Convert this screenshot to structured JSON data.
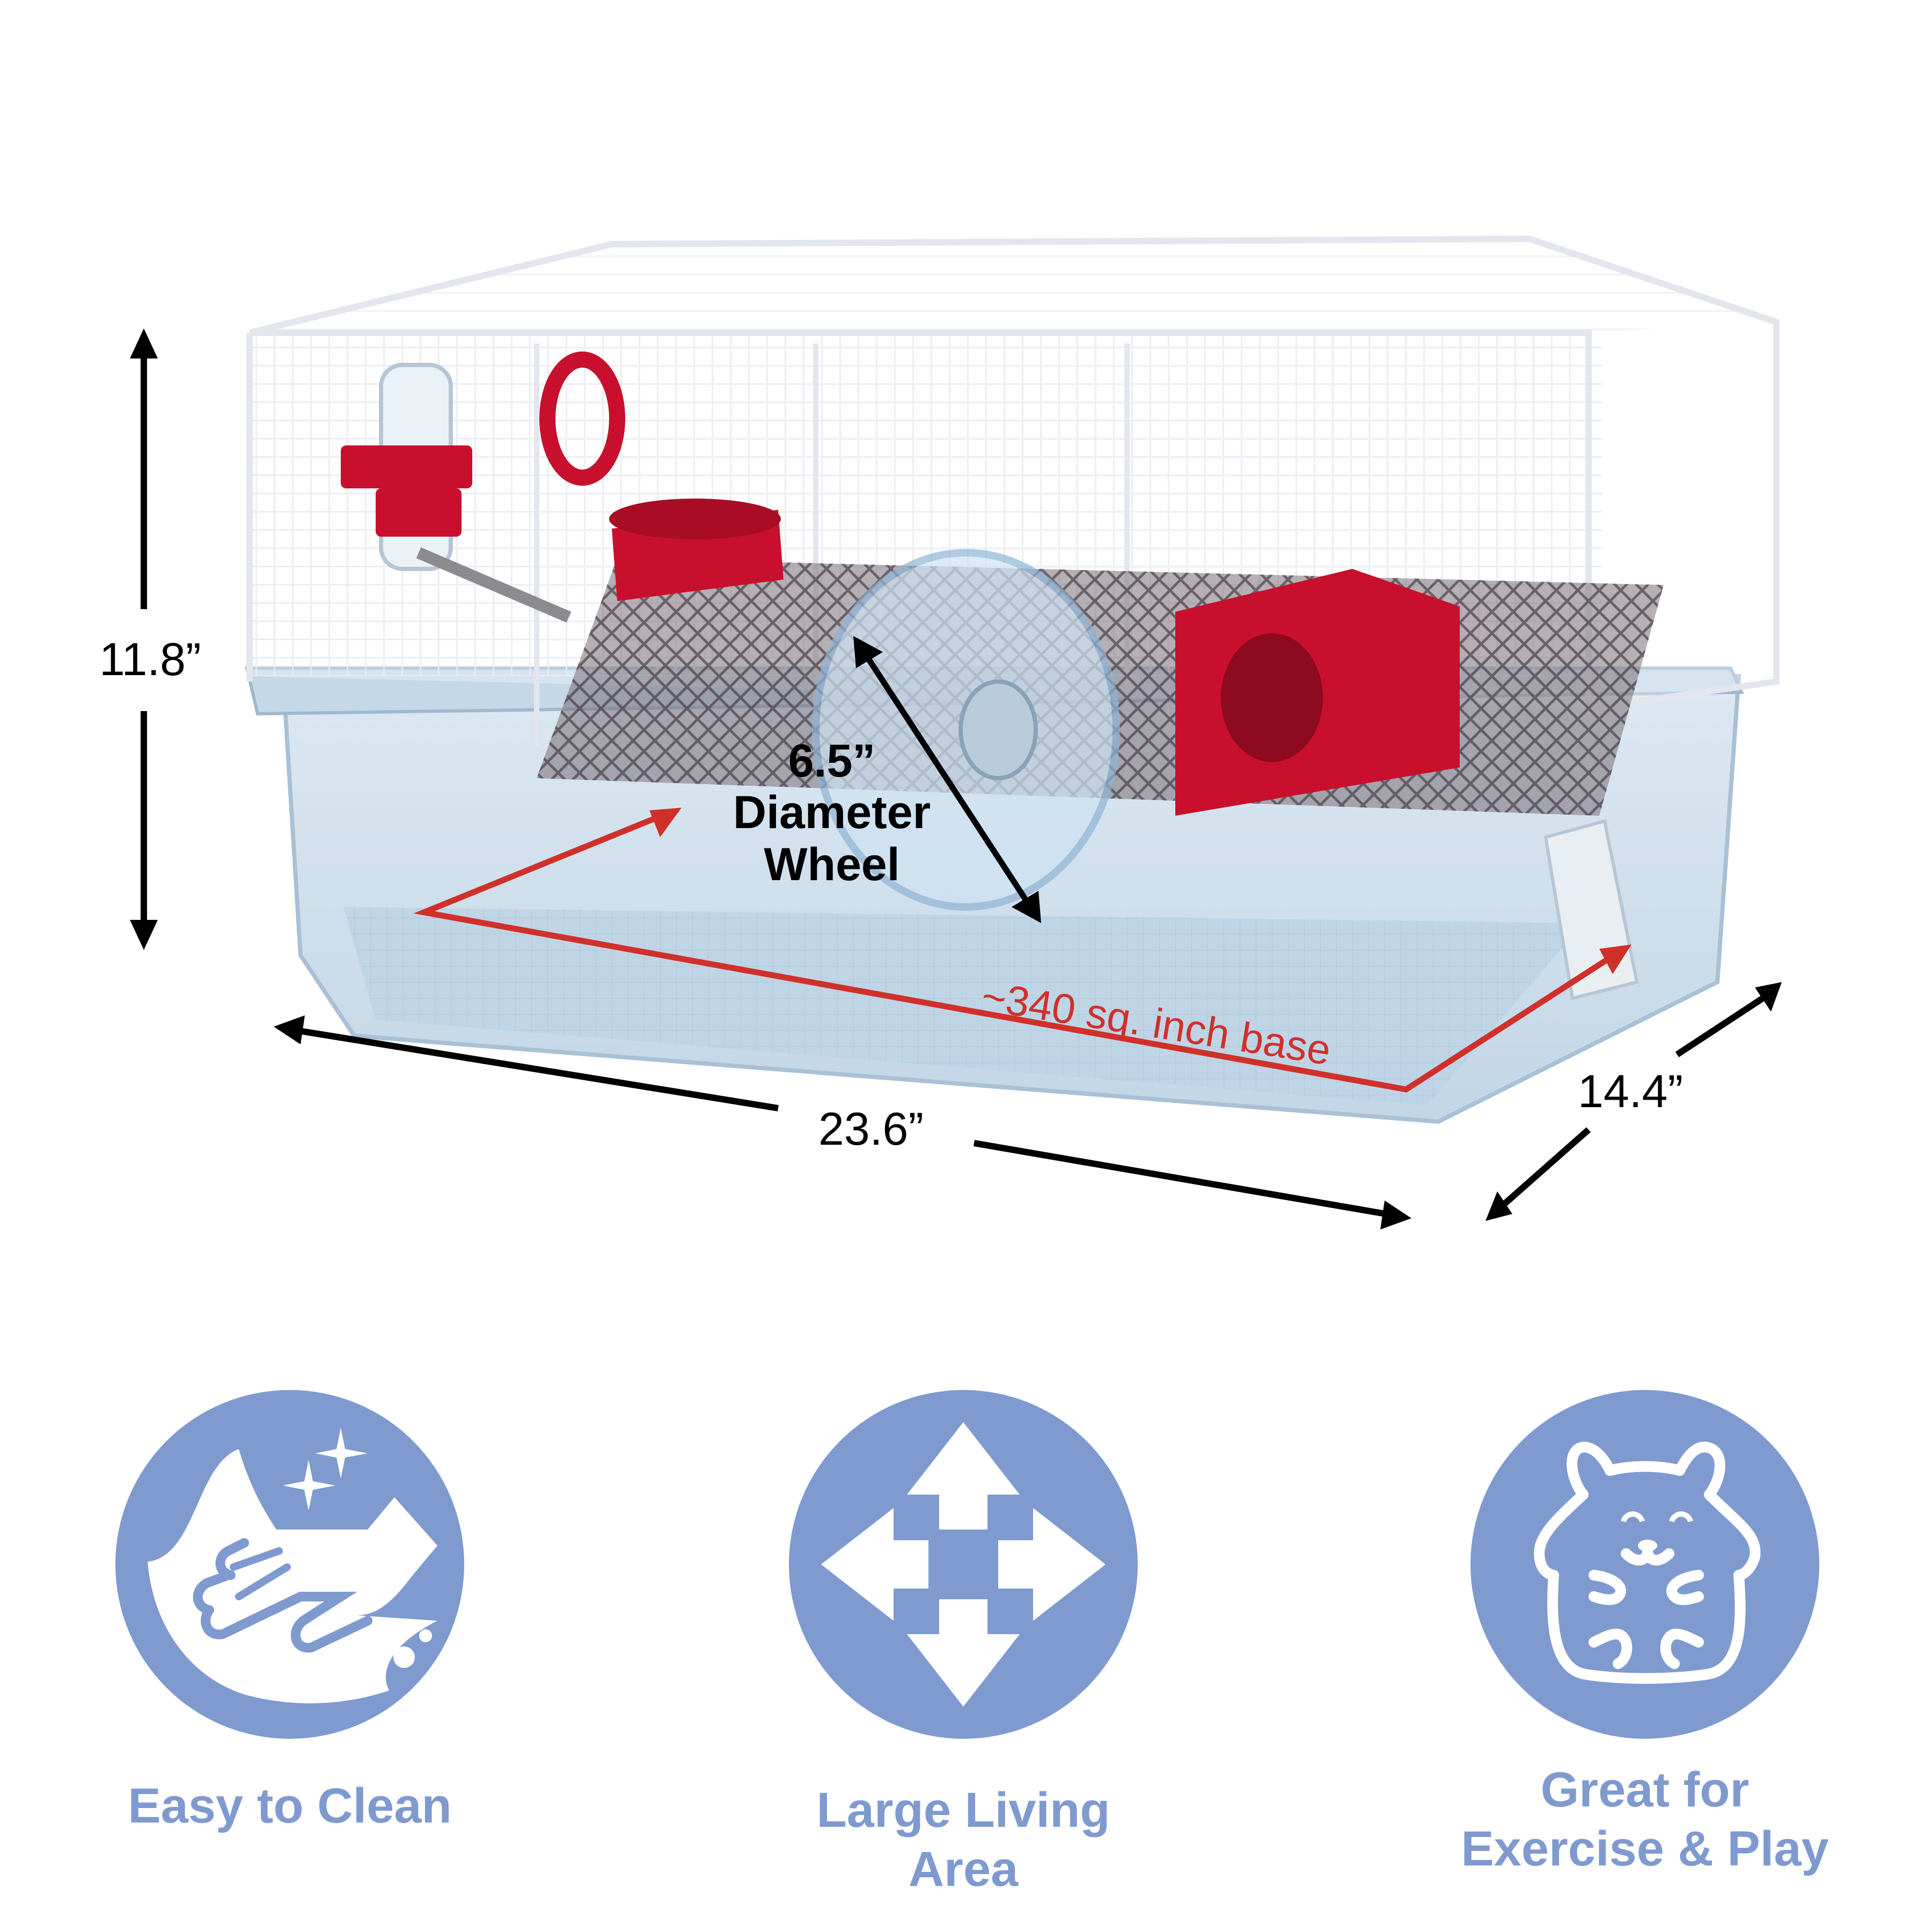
{
  "colors": {
    "accent_blue": "#7F9ACF",
    "accent_red": "#D0302A",
    "dimension_black": "#000000",
    "cage_wire": "#F4F5F8",
    "cage_base": "#CFE0EE",
    "cage_red_parts": "#C8102E",
    "platform_dark": "#5A5058"
  },
  "product_image": {
    "subject": "hamster cage with wire top and clear plastic base",
    "accessories": [
      "water-bottle",
      "exercise-wheel",
      "food-bowl",
      "hideout-house",
      "ramp",
      "platform"
    ]
  },
  "dimensions": {
    "height": "11.8”",
    "width": "23.6”",
    "depth": "14.4”",
    "wheel_line1": "6.5”",
    "wheel_line2": "Diameter",
    "wheel_line3": "Wheel",
    "base_area": "~340 sq. inch base"
  },
  "features": [
    {
      "icon": "cleaning-hand-icon",
      "label_line1": "Easy to Clean",
      "label_line2": ""
    },
    {
      "icon": "four-way-arrows-icon",
      "label_line1": "Large Living Area",
      "label_line2": ""
    },
    {
      "icon": "hamster-icon",
      "label_line1": "Great for",
      "label_line2": "Exercise & Play"
    }
  ]
}
